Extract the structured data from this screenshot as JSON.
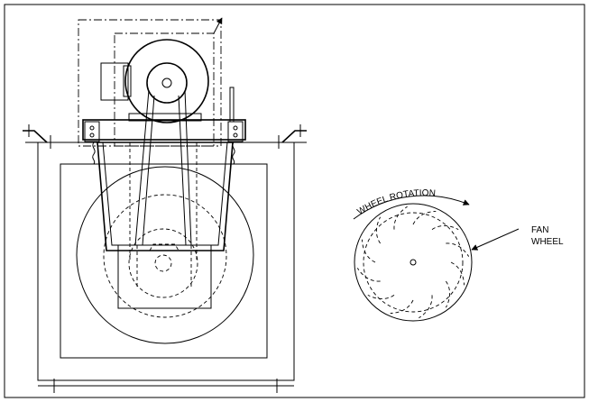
{
  "labels": {
    "wheel_rotation": "WHEEL ROTATION",
    "fan_line1": "FAN",
    "fan_line2": "WHEEL"
  }
}
